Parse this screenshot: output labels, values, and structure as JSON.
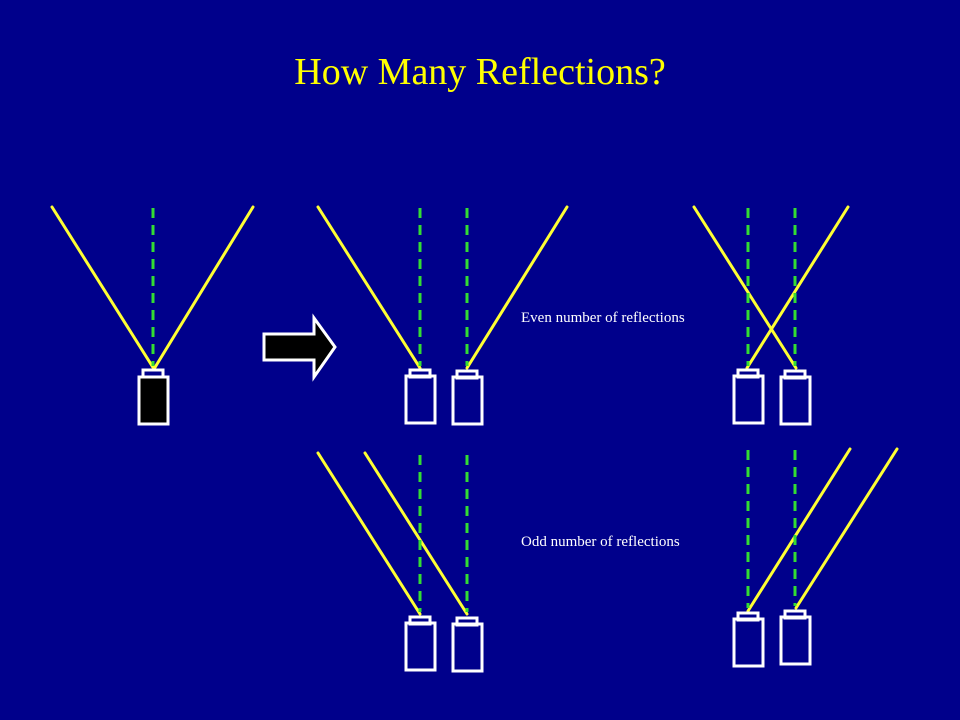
{
  "slide": {
    "title": "How Many Reflections?",
    "even_caption": "Even number of reflections",
    "odd_caption": "Odd number of reflections"
  },
  "colors": {
    "background": "#00008b",
    "title_text": "#ffff00",
    "caption_text": "#ffffff",
    "mirror_line": "#ffff33",
    "dashed_line": "#33dd33",
    "battery_outline": "#ffffff",
    "battery_filled": "#000000",
    "arrow_fill": "#000000",
    "arrow_outline": "#ffffff"
  }
}
